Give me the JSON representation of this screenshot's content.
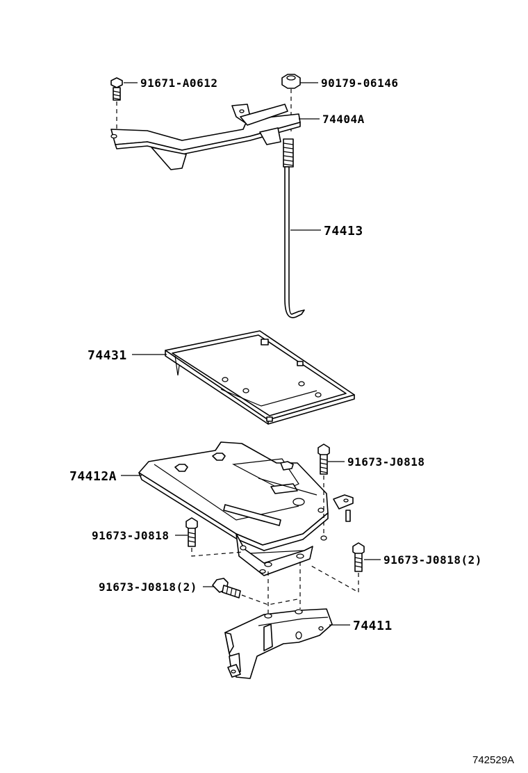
{
  "labels": {
    "bolt_top_left": "91671-A0612",
    "nut_top_right": "90179-06146",
    "clamp": "74404A",
    "rod": "74413",
    "tray": "74431",
    "carrier": "74412A",
    "bolt_right_upper": "91673-J0818",
    "bolt_left_mid": "91673-J0818",
    "bolt_right_lower": "91673-J0818(2)",
    "bolt_left_lower": "91673-J0818(2)",
    "bracket": "74411"
  },
  "diagram_code": "742529A"
}
